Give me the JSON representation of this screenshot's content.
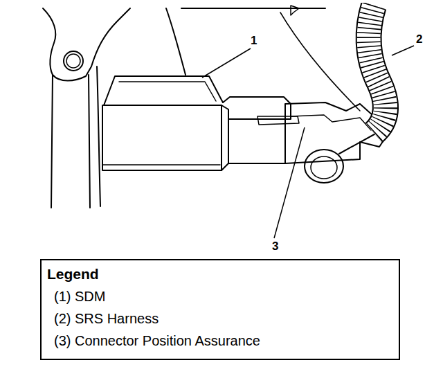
{
  "diagram": {
    "nodes": [
      {
        "text": [
          "Legend",
          "(1) SDM",
          "(2) SRS Harness",
          "(3) Connector Position Assurance"
        ]
      }
    ],
    "labels": [
      "1",
      "2",
      "3"
    ]
  }
}
